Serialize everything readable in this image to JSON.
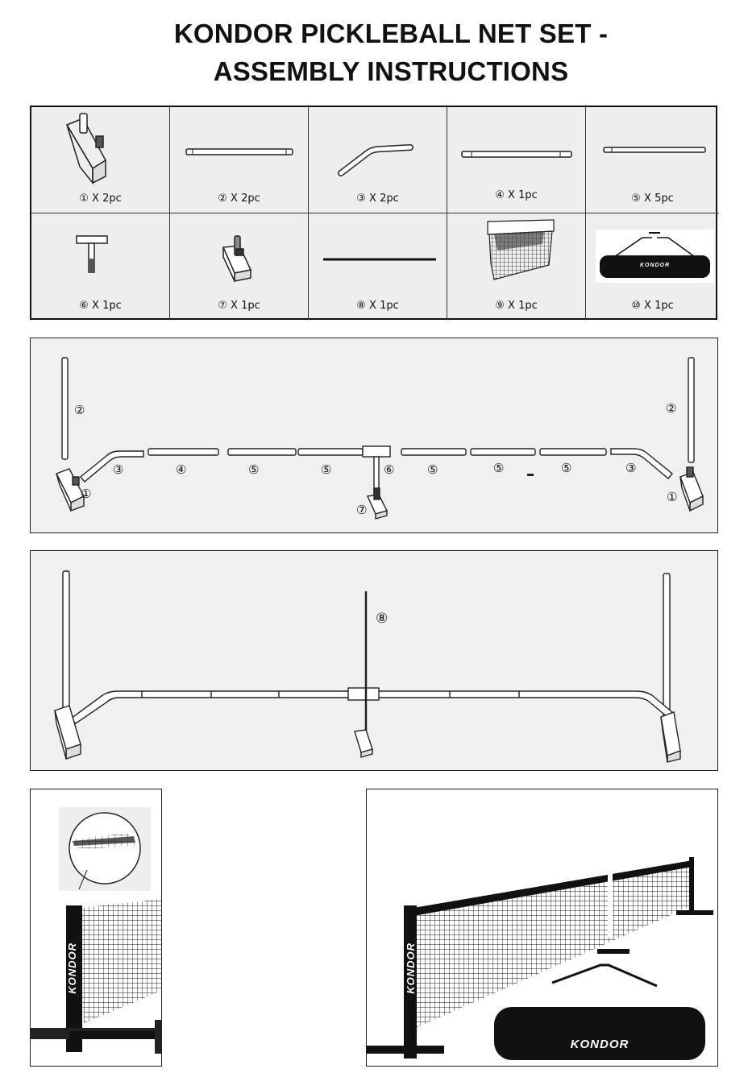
{
  "title": {
    "line1": "KONDOR PICKLEBALL NET SET -",
    "line2": "ASSEMBLY INSTRUCTIONS"
  },
  "parts": [
    {
      "num": "①",
      "qty": "X 2pc",
      "icon": "base-foot-icon"
    },
    {
      "num": "②",
      "qty": "X 2pc",
      "icon": "upright-pole-icon"
    },
    {
      "num": "③",
      "qty": "X 2pc",
      "icon": "bent-pole-icon"
    },
    {
      "num": "④",
      "qty": "X 1pc",
      "icon": "short-pole-icon"
    },
    {
      "num": "⑤",
      "qty": "X 5pc",
      "icon": "straight-pole-icon"
    },
    {
      "num": "⑥",
      "qty": "X 1pc",
      "icon": "t-connector-icon"
    },
    {
      "num": "⑦",
      "qty": "X 1pc",
      "icon": "center-foot-icon"
    },
    {
      "num": "⑧",
      "qty": "X 1pc",
      "icon": "center-rod-icon"
    },
    {
      "num": "⑨",
      "qty": "X 1pc",
      "icon": "net-icon"
    },
    {
      "num": "⑩",
      "qty": "X 1pc",
      "icon": "carry-bag-icon"
    }
  ],
  "diagram1": {
    "labels": [
      "②",
      "②",
      "③",
      "④",
      "⑤",
      "⑤",
      "⑥",
      "⑤",
      "⑤",
      "⑤",
      "③",
      "①",
      "①",
      "⑦"
    ]
  },
  "diagram2": {
    "label": "⑧"
  },
  "photos": {
    "brand": "KONDOR"
  }
}
